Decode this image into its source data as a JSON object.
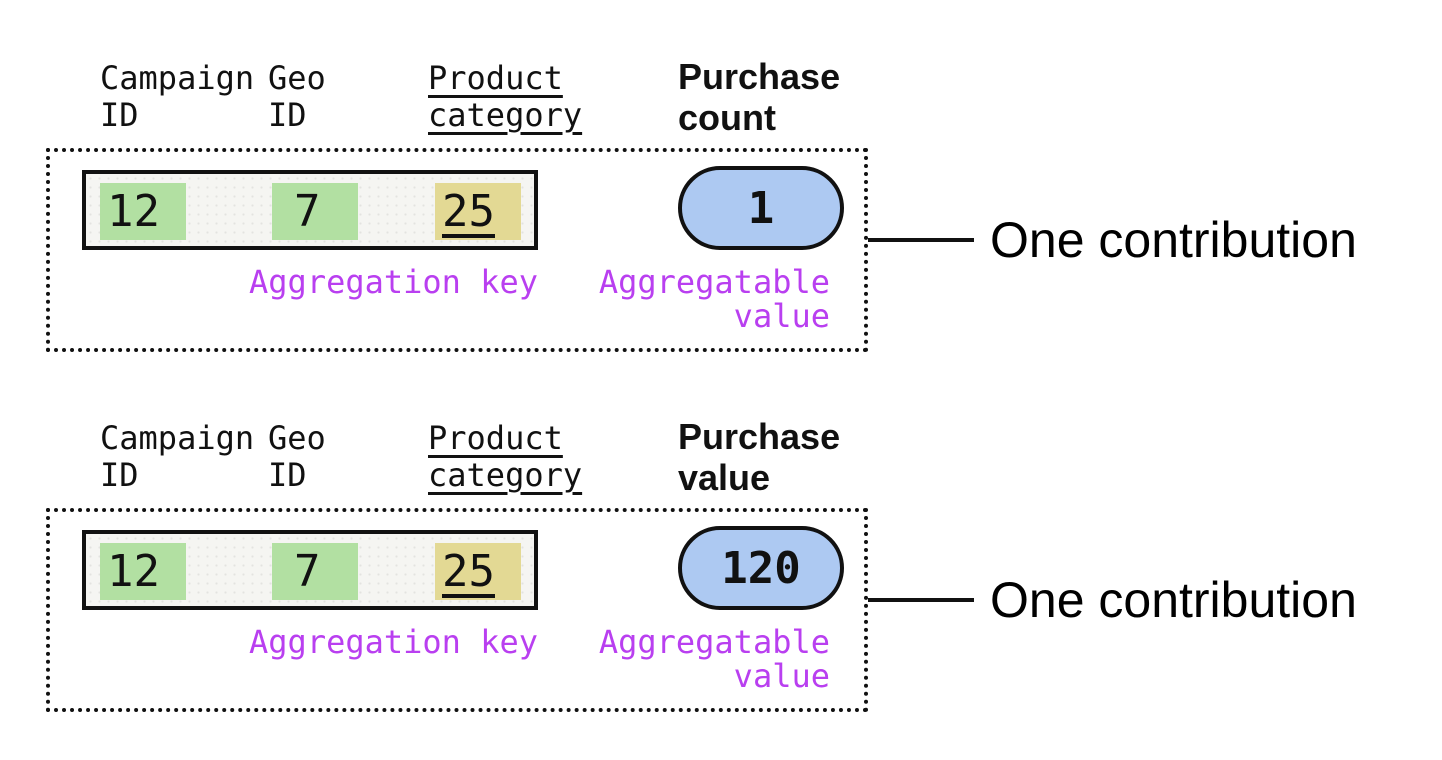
{
  "colors": {
    "highlight_green": "#b2e0a2",
    "highlight_yellow": "#e3d994",
    "pill_blue": "#adc9f2",
    "label_purple": "#b93ff0"
  },
  "blocks": [
    {
      "key_columns": [
        {
          "header_line1": "Campaign",
          "header_line2": "ID",
          "value": "12"
        },
        {
          "header_line1": "Geo",
          "header_line2": "ID",
          "value": "7"
        },
        {
          "header_line1": "Product",
          "header_line2": "category",
          "value": "25"
        }
      ],
      "value_column": {
        "header_line1": "Purchase",
        "header_line2": "count",
        "value": "1"
      },
      "aggregation_key_label": "Aggregation key",
      "aggregatable_value_line1": "Aggregatable",
      "aggregatable_value_line2": "value",
      "annotation": "One contribution"
    },
    {
      "key_columns": [
        {
          "header_line1": "Campaign",
          "header_line2": "ID",
          "value": "12"
        },
        {
          "header_line1": "Geo",
          "header_line2": "ID",
          "value": "7"
        },
        {
          "header_line1": "Product",
          "header_line2": "category",
          "value": "25"
        }
      ],
      "value_column": {
        "header_line1": "Purchase",
        "header_line2": "value",
        "value": "120"
      },
      "aggregation_key_label": "Aggregation key",
      "aggregatable_value_line1": "Aggregatable",
      "aggregatable_value_line2": "value",
      "annotation": "One contribution"
    }
  ]
}
